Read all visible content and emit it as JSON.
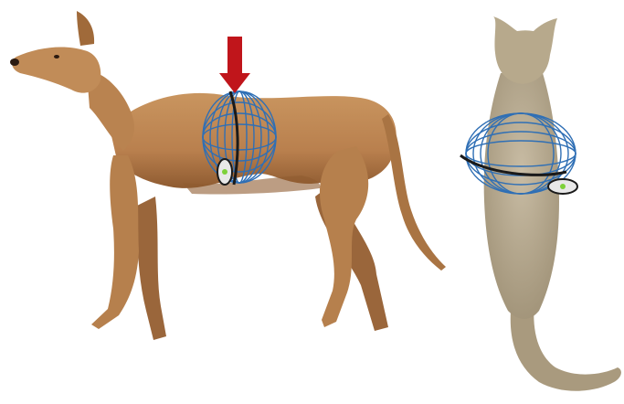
{
  "figure": {
    "subjects": [
      {
        "id": "dog",
        "view": "side"
      },
      {
        "id": "cat",
        "view": "top"
      }
    ],
    "device": {
      "name": "coil-icon",
      "placement": "chest"
    },
    "indicator": {
      "icon": "arrow-down-icon"
    },
    "colors": {
      "background": "#ffffff",
      "dog_fur": "#c08a5a",
      "dog_shadow": "#8f5b31",
      "cat_fur": "#b9ab90",
      "coil": "#2f6fb5",
      "coil_band": "#1a1a1a",
      "arrow": "#c0151b",
      "sensor_light": "#7dd13a"
    }
  }
}
